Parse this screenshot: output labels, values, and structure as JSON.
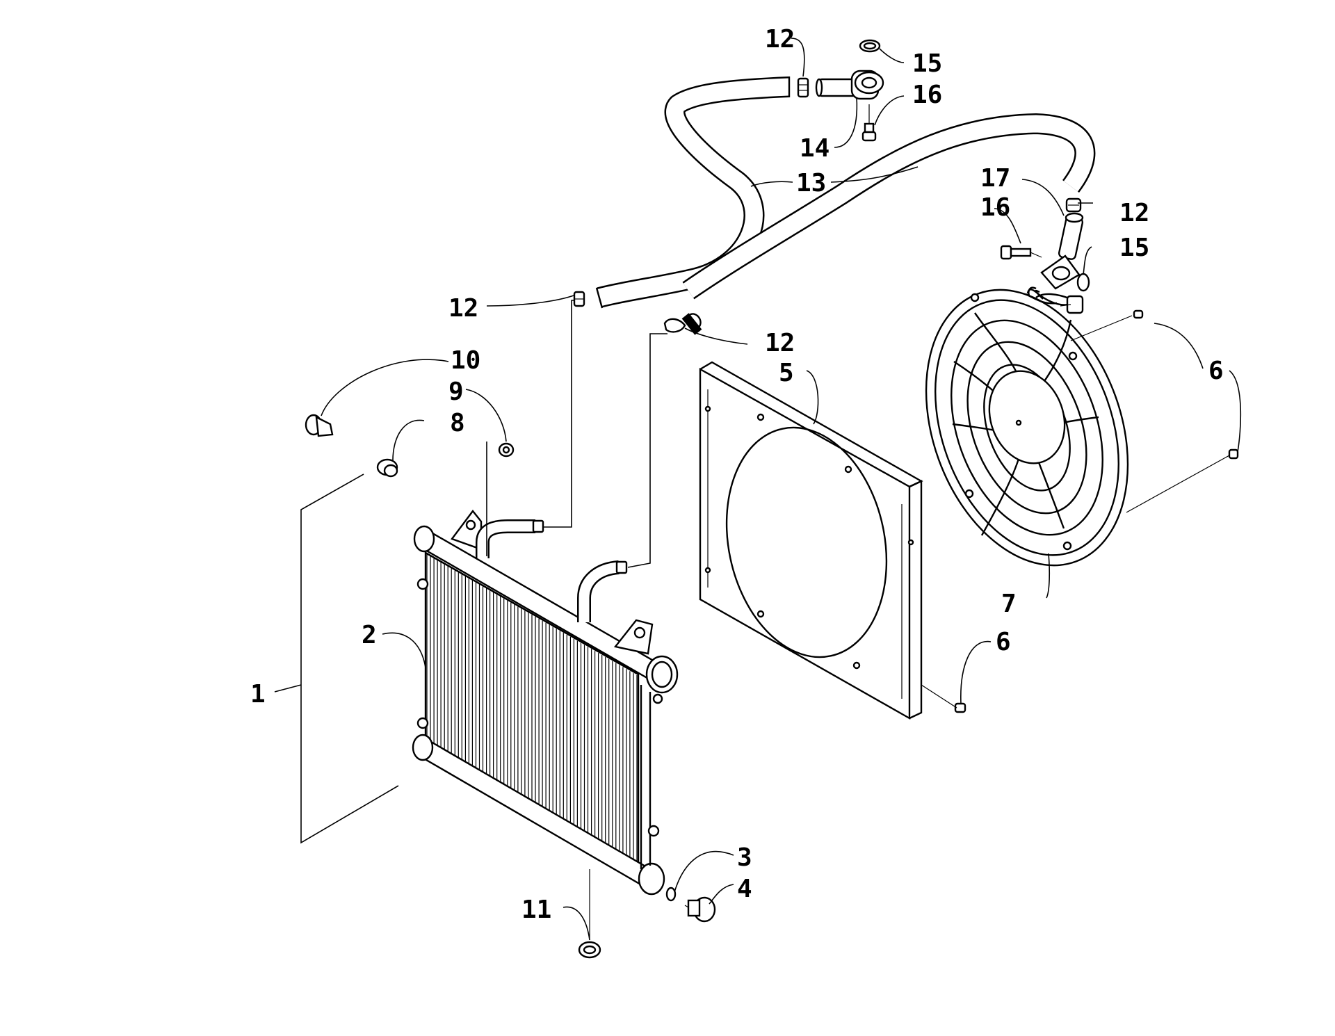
{
  "figure": {
    "callouts": [
      {
        "id": "c1",
        "text": "1"
      },
      {
        "id": "c2",
        "text": "2"
      },
      {
        "id": "c3",
        "text": "3"
      },
      {
        "id": "c4",
        "text": "4"
      },
      {
        "id": "c5",
        "text": "5"
      },
      {
        "id": "c6a",
        "text": "6"
      },
      {
        "id": "c6b",
        "text": "6"
      },
      {
        "id": "c7",
        "text": "7"
      },
      {
        "id": "c8",
        "text": "8"
      },
      {
        "id": "c9",
        "text": "9"
      },
      {
        "id": "c10",
        "text": "10"
      },
      {
        "id": "c11",
        "text": "11"
      },
      {
        "id": "c12a",
        "text": "12"
      },
      {
        "id": "c12b",
        "text": "12"
      },
      {
        "id": "c12c",
        "text": "12"
      },
      {
        "id": "c12d",
        "text": "12"
      },
      {
        "id": "c13",
        "text": "13"
      },
      {
        "id": "c14",
        "text": "14"
      },
      {
        "id": "c15a",
        "text": "15"
      },
      {
        "id": "c15b",
        "text": "15"
      },
      {
        "id": "c16a",
        "text": "16"
      },
      {
        "id": "c16b",
        "text": "16"
      },
      {
        "id": "c17",
        "text": "17"
      }
    ]
  }
}
